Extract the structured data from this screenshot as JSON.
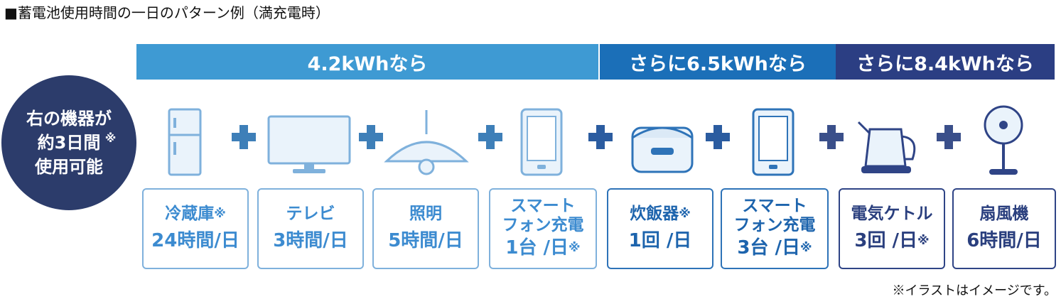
{
  "title": "■蓄電池使用時間の一日のパターン例（満充電時）",
  "bands": [
    "4.2kWhなら",
    "さらに6.5kWhなら",
    "さらに8.4kWhなら"
  ],
  "circle": {
    "line1": "右の機器が",
    "line2": "約3日間",
    "note": "※",
    "line3": "使用可能"
  },
  "items": [
    {
      "icon": "refrigerator-icon",
      "name": "冷蔵庫",
      "name_mark": "※",
      "amount": "24時間/日",
      "amount_mark": ""
    },
    {
      "icon": "television-icon",
      "name": "テレビ",
      "name_mark": "",
      "amount": "3時間/日",
      "amount_mark": ""
    },
    {
      "icon": "pendant-lamp-icon",
      "name": "照明",
      "name_mark": "",
      "amount": "5時間/日",
      "amount_mark": ""
    },
    {
      "icon": "smartphone-icon",
      "name": "スマート フォン充電",
      "name_mark": "",
      "amount": "1台 /日",
      "amount_mark": "※"
    },
    {
      "icon": "rice-cooker-icon",
      "name": "炊飯器",
      "name_mark": "※",
      "amount": "1回 /日",
      "amount_mark": ""
    },
    {
      "icon": "smartphone-icon",
      "name": "スマート フォン充電",
      "name_mark": "",
      "amount": "3台 /日",
      "amount_mark": "※"
    },
    {
      "icon": "electric-kettle-icon",
      "name": "電気ケトル",
      "name_mark": "",
      "amount": "3回 /日",
      "amount_mark": "※"
    },
    {
      "icon": "electric-fan-icon",
      "name": "扇風機",
      "name_mark": "",
      "amount": "6時間/日",
      "amount_mark": ""
    }
  ],
  "colors": {
    "light_blue": "#3e9ad3",
    "mid_blue": "#1b6fb8",
    "navy": "#2b3e83",
    "circle": "#2c3c6b"
  },
  "footnote": "※イラストはイメージです。"
}
